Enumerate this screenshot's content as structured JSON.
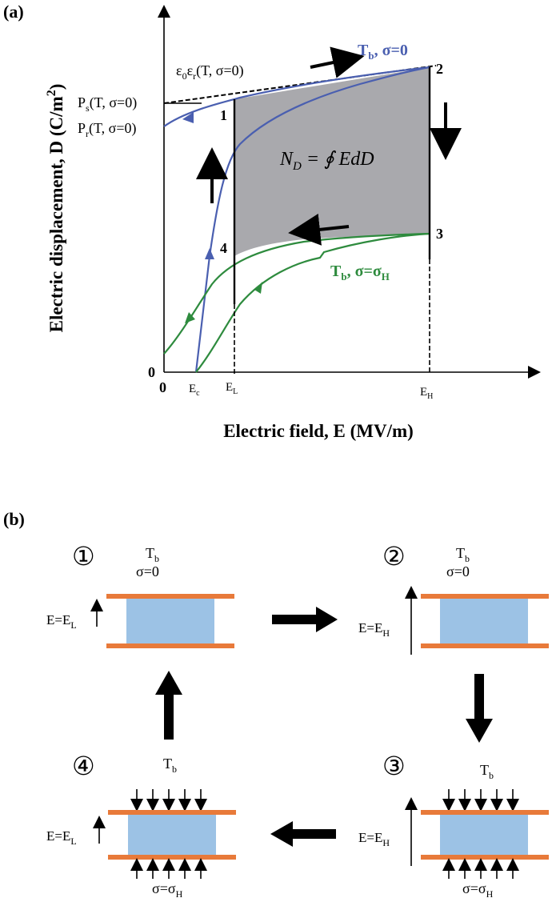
{
  "panel_a": {
    "label": "(a)",
    "y_axis_label": "Electric displacement, D (C/m",
    "y_axis_sup": "2",
    "y_axis_close": ")",
    "x_axis_label": "Electric field, E (MV/m)",
    "origin_y": "0",
    "origin_x": "0",
    "ec_main": "E",
    "ec_sub": "c",
    "el_main": "E",
    "el_sub": "L",
    "eh_main": "E",
    "eh_sub": "H",
    "eps_main": "ε",
    "eps_sub0": "0",
    "eps_mid": "ε",
    "eps_sub1": "r",
    "eps_rest": "(T, σ=0)",
    "ps_main": "P",
    "ps_sub": "s",
    "ps_rest": "(T, σ=0)",
    "pr_main": "P",
    "pr_sub": "r",
    "pr_rest": "(T, σ=0)",
    "curve_blue_main": "T",
    "curve_blue_sub": "b",
    "curve_blue_rest": ", σ=0",
    "curve_green_main": "T",
    "curve_green_sub": "b",
    "curve_green_rest": ", σ=σ",
    "curve_green_sub2": "H",
    "point1": "1",
    "point2": "2",
    "point3": "3",
    "point4": "4",
    "nd_label": "N",
    "nd_sub": "D",
    "nd_eq": " = ∮ EdD",
    "colors": {
      "blue": "#4a5fb0",
      "green": "#2e8b3e",
      "area": "#a9a9ad"
    }
  },
  "panel_b": {
    "label": "(b)",
    "states": [
      {
        "num": "①",
        "t_main": "T",
        "t_sub": "b",
        "sigma": "σ=0",
        "e_main": "E=E",
        "e_sub": "L"
      },
      {
        "num": "②",
        "t_main": "T",
        "t_sub": "b",
        "sigma": "σ=0",
        "e_main": "E=E",
        "e_sub": "H"
      },
      {
        "num": "③",
        "t_main": "T",
        "t_sub": "b",
        "sigma_main": "σ=σ",
        "sigma_sub": "H",
        "e_main": "E=E",
        "e_sub": "H"
      },
      {
        "num": "④",
        "t_main": "T",
        "t_sub": "b",
        "sigma_main": "σ=σ",
        "sigma_sub": "H",
        "e_main": "E=E",
        "e_sub": "L"
      }
    ],
    "colors": {
      "electrode": "#e87a3a",
      "material": "#9cc2e5"
    }
  }
}
